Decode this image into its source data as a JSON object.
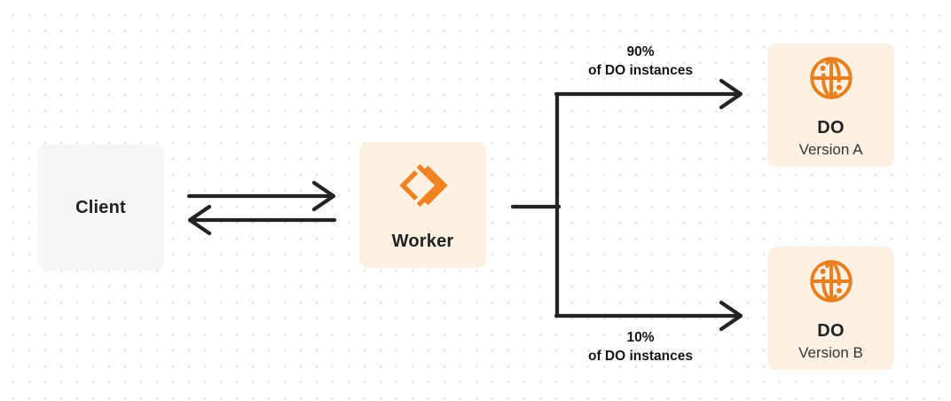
{
  "diagram": {
    "description": "Worker routing traffic between two Durable Object versions"
  },
  "nodes": {
    "client": {
      "label": "Client"
    },
    "worker": {
      "label": "Worker",
      "icon": "workers-icon"
    },
    "version_a": {
      "label": "DO",
      "sublabel": "Version A",
      "icon": "globe-icon"
    },
    "version_b": {
      "label": "DO",
      "sublabel": "Version B",
      "icon": "globe-icon"
    }
  },
  "routes": {
    "top": {
      "percent": "90%",
      "caption": "of DO instances"
    },
    "bottom": {
      "percent": "10%",
      "caption": "of DO instances"
    }
  },
  "colors": {
    "accent_orange": "#f08224",
    "globe_orange": "#e8801f",
    "box_cream": "#fdf1e3",
    "box_gray": "#f6f6f7",
    "line_dark": "#232323",
    "dot_grid": "#e3e3e6"
  }
}
